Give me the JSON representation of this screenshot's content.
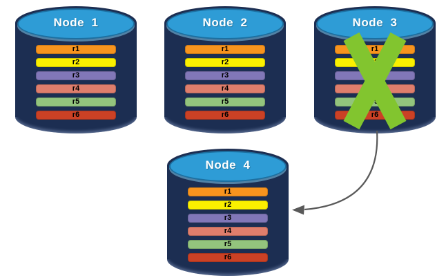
{
  "diagram": {
    "type": "database-replication-failover",
    "nodes": [
      {
        "label": "Node  1",
        "failed": false,
        "records": [
          "r1",
          "r2",
          "r3",
          "r4",
          "r5",
          "r6"
        ]
      },
      {
        "label": "Node  2",
        "failed": false,
        "records": [
          "r1",
          "r2",
          "r3",
          "r4",
          "r5",
          "r6"
        ]
      },
      {
        "label": "Node  3",
        "failed": true,
        "records": [
          "r1",
          "r2",
          "r3",
          "r4",
          "r5",
          "r6"
        ]
      },
      {
        "label": "Node  4",
        "failed": false,
        "records": [
          "r1",
          "r2",
          "r3",
          "r4",
          "r5",
          "r6"
        ]
      }
    ],
    "record_colors": [
      "#F7941E",
      "#FBF000",
      "#8177B8",
      "#DF7E6C",
      "#93C47D",
      "#CB4125"
    ],
    "colors": {
      "cylinder_body": "#1C2E52",
      "cylinder_top_fill": "#2E9CD6",
      "cylinder_top_stroke": "#1C6FA0",
      "node_label": "#FFFFFF",
      "record_label": "#000000",
      "failure_x": "#82C52F",
      "arrow": "#595959",
      "background": "#FFFFFF"
    }
  }
}
